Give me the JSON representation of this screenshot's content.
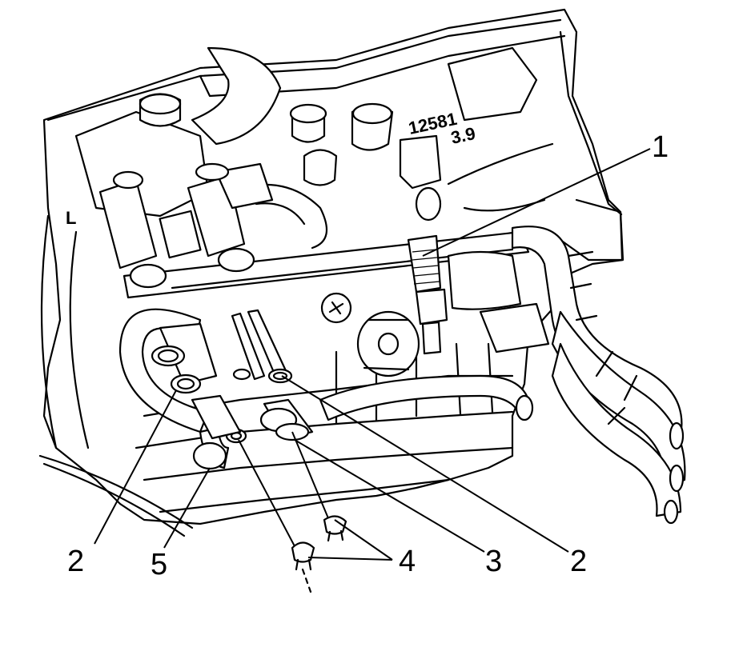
{
  "callouts": [
    {
      "id": "1",
      "label": "1"
    },
    {
      "id": "2a",
      "label": "2"
    },
    {
      "id": "5",
      "label": "5"
    },
    {
      "id": "4",
      "label": "4"
    },
    {
      "id": "3",
      "label": "3"
    },
    {
      "id": "2b",
      "label": "2"
    }
  ],
  "casting": {
    "number": "12581",
    "displacement": "3.9",
    "bank_letter": "L"
  },
  "colors": {
    "ink": "#000000",
    "paper": "#ffffff"
  }
}
